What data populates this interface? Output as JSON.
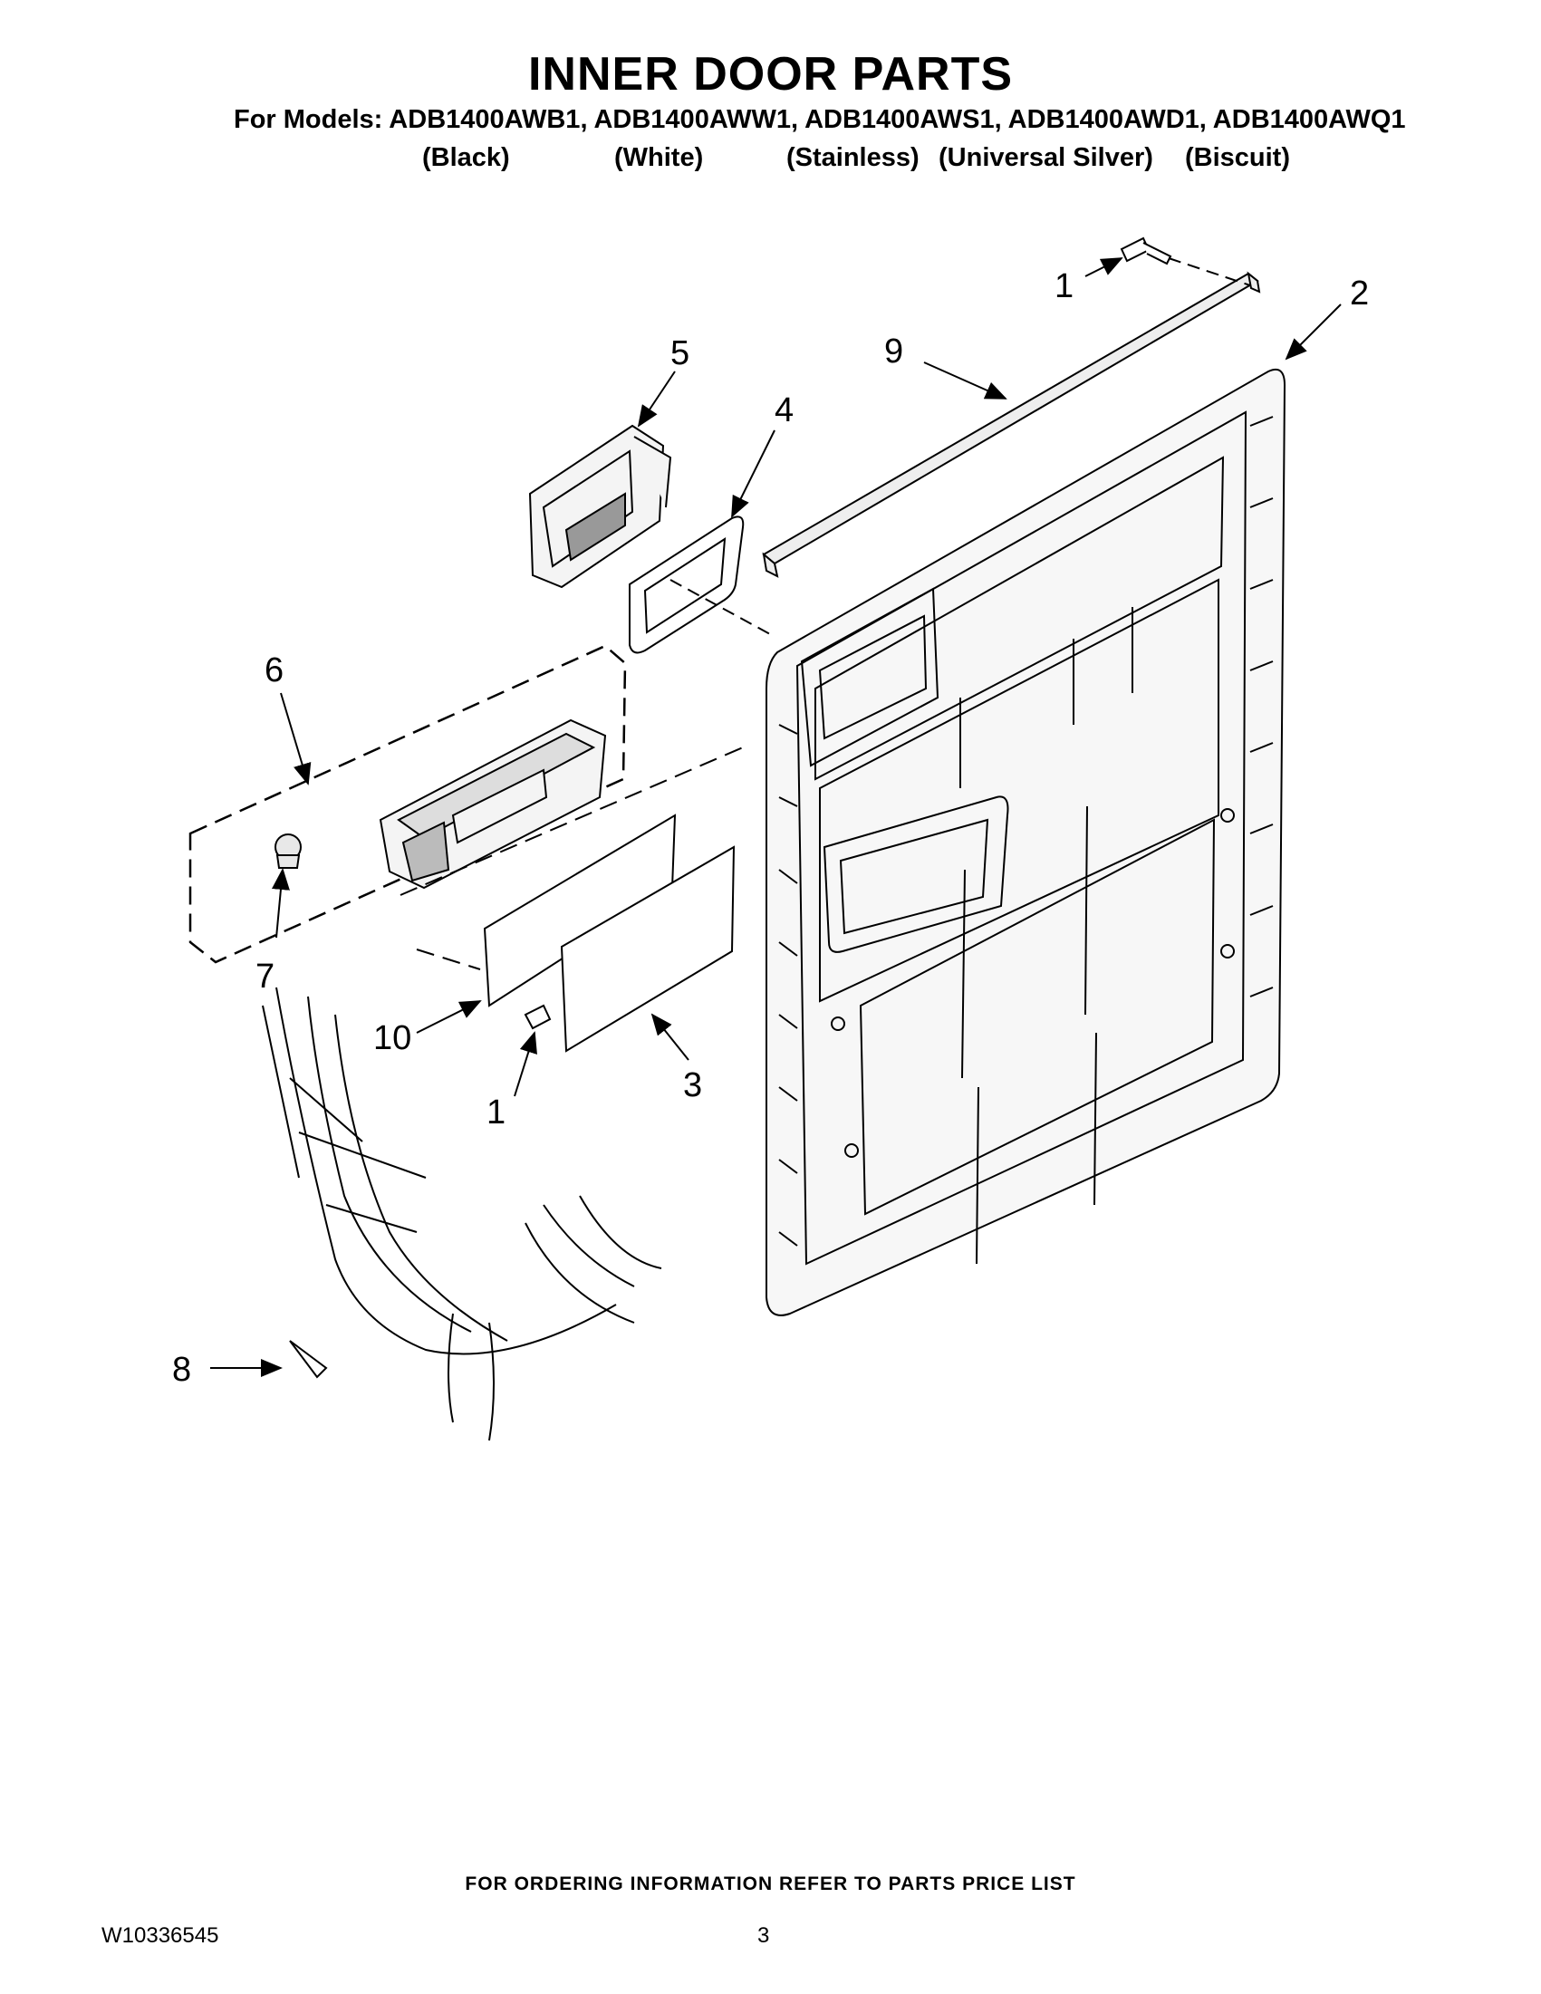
{
  "header": {
    "title": "INNER DOOR PARTS",
    "models_line": "For Models: ADB1400AWB1, ADB1400AWW1, ADB1400AWS1, ADB1400AWD1, ADB1400AWQ1",
    "colors": [
      "(Black)",
      "(White)",
      "(Stainless)",
      "(Universal Silver)",
      "(Biscuit)"
    ]
  },
  "callouts": {
    "c1_top": "1",
    "c2": "2",
    "c9": "9",
    "c5": "5",
    "c4": "4",
    "c6": "6",
    "c7": "7",
    "c10": "10",
    "c3": "3",
    "c1_bottom": "1",
    "c8": "8"
  },
  "footer": {
    "ordering_note": "FOR ORDERING INFORMATION REFER TO PARTS PRICE LIST",
    "doc_number": "W10336545",
    "page_number": "3"
  }
}
